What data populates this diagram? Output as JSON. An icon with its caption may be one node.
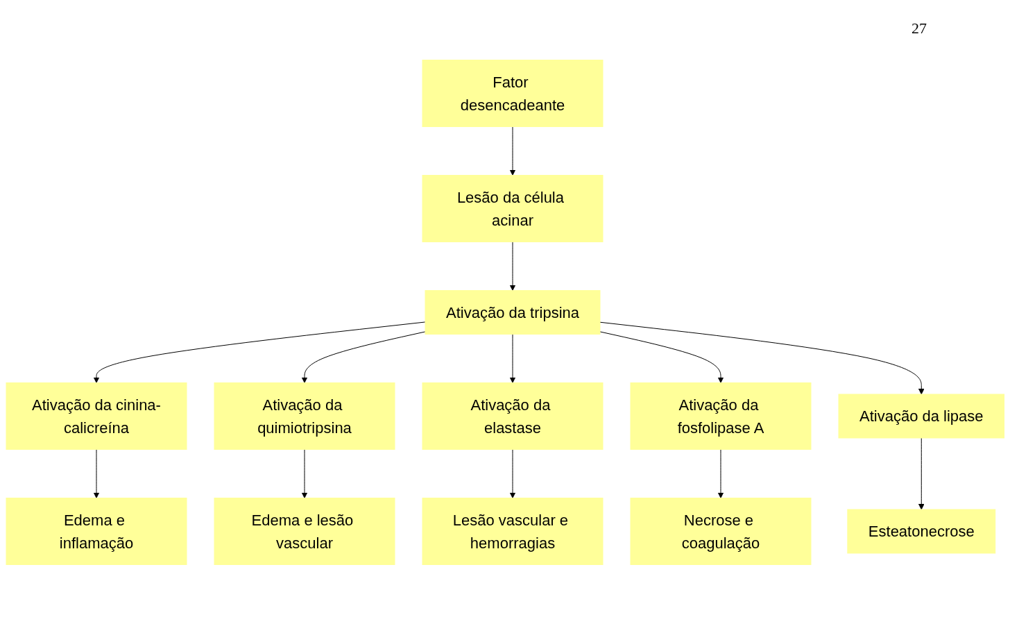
{
  "diagram": {
    "nodes": [
      {
        "text": [
          "Fator desencadeante"
        ]
      },
      {
        "text": [
          "Lesão da célula acinar"
        ]
      },
      {
        "text": [
          "Ativação da tripsina"
        ]
      },
      {
        "text": [
          "Ativação da cinina-calicreína"
        ]
      },
      {
        "text": [
          "Ativação da quimiotripsina"
        ]
      },
      {
        "text": [
          "Ativação da elastase"
        ]
      },
      {
        "text": [
          "Ativação da fosfolipase A"
        ]
      },
      {
        "text": [
          "Ativação da lipase"
        ]
      },
      {
        "text": [
          "Edema e inflamação"
        ]
      },
      {
        "text": [
          "Edema e lesão vascular"
        ]
      },
      {
        "text": [
          "Lesão vascular e hemorragias"
        ]
      },
      {
        "text": [
          "Necrose e coagulação"
        ]
      },
      {
        "text": [
          "Esteatonecrose"
        ]
      }
    ],
    "edges": [
      {
        "from": 0,
        "to": 1,
        "arrow": "to"
      },
      {
        "from": 1,
        "to": 2,
        "arrow": "to"
      },
      {
        "from": 2,
        "to": 3,
        "arrow": "to"
      },
      {
        "from": 2,
        "to": 4,
        "arrow": "to"
      },
      {
        "from": 2,
        "to": 5,
        "arrow": "to"
      },
      {
        "from": 2,
        "to": 6,
        "arrow": "to"
      },
      {
        "from": 2,
        "to": 7,
        "arrow": "to"
      },
      {
        "from": 3,
        "to": 8,
        "arrow": "to"
      },
      {
        "from": 4,
        "to": 9,
        "arrow": "to"
      },
      {
        "from": 5,
        "to": 10,
        "arrow": "to"
      },
      {
        "from": 6,
        "to": 11,
        "arrow": "to"
      },
      {
        "from": 7,
        "to": 12,
        "arrow": "to"
      }
    ],
    "labels": [
      "27"
    ]
  }
}
